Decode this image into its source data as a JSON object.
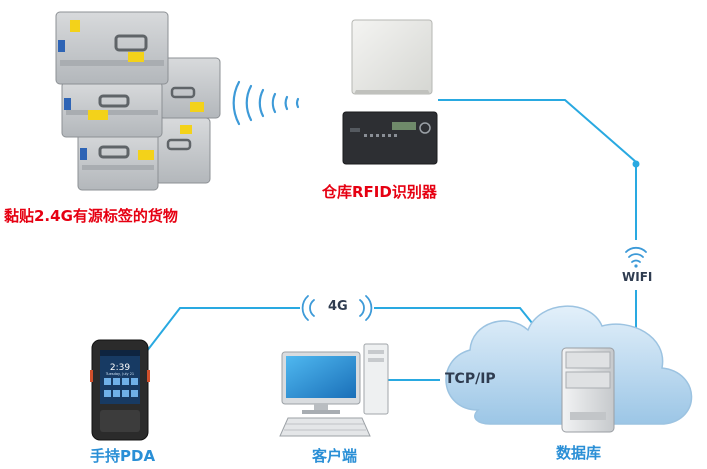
{
  "labels": {
    "cargo": "黏贴2.4G有源标签的货物",
    "reader": "仓库RFID识别器",
    "wifi": "WIFI",
    "link_4g": "4G",
    "tcpip": "TCP/IP",
    "pda": "手持PDA",
    "client": "客户端",
    "database": "数据库"
  },
  "colors": {
    "red_label": "#e60012",
    "blue_label": "#2a8fd6",
    "link_line": "#29a9e1",
    "dark_text": "#2f3c50",
    "reader_body": "#2d2f33",
    "box_gray": "#c9cccf",
    "cloud": "#b8d6ec"
  },
  "pda_screen": {
    "time": "2:39",
    "date": "Tuesday, July 21"
  }
}
